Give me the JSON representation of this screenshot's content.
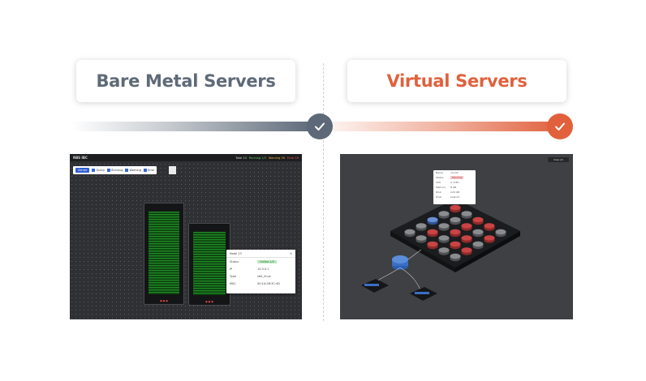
{
  "headings": {
    "bare": "Bare Metal Servers",
    "virtual": "Virtual Servers"
  },
  "colors": {
    "bare": "#5d6978",
    "virtual": "#e0613c"
  },
  "bare_screen": {
    "brand": "RBS IBC",
    "status": {
      "total": "Total 13",
      "ok": "Running 1/3",
      "warn": "Warning 16",
      "error": "Error 16"
    },
    "toolbar": {
      "button": "Server",
      "filters": [
        "Query",
        "Running",
        "Warning",
        "Error"
      ]
    },
    "panel": {
      "title": "Node 13",
      "rows": [
        {
          "key": "Status",
          "value": "Online 1/3",
          "badge": true
        },
        {
          "key": "IP",
          "value": "10.0.0.1",
          "badge": false
        },
        {
          "key": "Type",
          "value": "x64_linux",
          "badge": false
        },
        {
          "key": "MAC",
          "value": "00:1A:2B:3C:4D",
          "badge": false
        }
      ]
    }
  },
  "virtual_screen": {
    "button": "View All",
    "card": [
      {
        "key": "Name",
        "value": "vm-02"
      },
      {
        "key": "Status",
        "value": "Warning",
        "red": true
      },
      {
        "key": "CPU",
        "value": "4 vCPU"
      },
      {
        "key": "Memory",
        "value": "8 GB"
      },
      {
        "key": "Disk",
        "value": "120 GB"
      },
      {
        "key": "Host",
        "value": "host-01"
      }
    ]
  }
}
